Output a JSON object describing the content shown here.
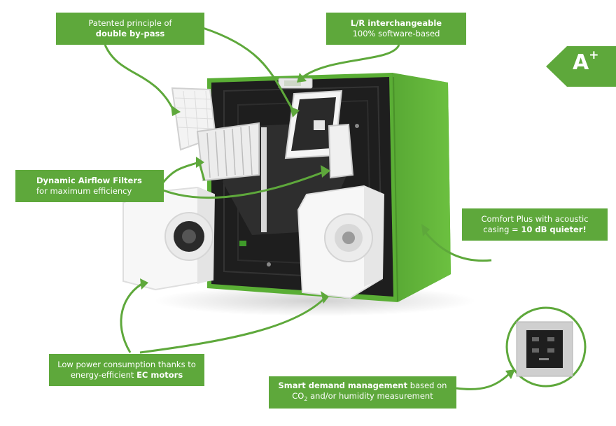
{
  "callouts": {
    "bypass": {
      "line1": "Patented principle of",
      "line2": "double by-pass"
    },
    "interchangeable": {
      "line1": "L/R interchangeable",
      "line2": "100% software-based"
    },
    "filters": {
      "line1": "Dynamic Airflow Filters",
      "line2": "for maximum efficiency"
    },
    "comfort": {
      "line1": "Comfort Plus with acoustic",
      "line2a": "casing = ",
      "line2b": "10 dB quieter!"
    },
    "power": {
      "line1": "Low power consumption thanks to",
      "line2a": "energy-efficient ",
      "line2b": "EC motors"
    },
    "smart": {
      "line1a": "Smart demand management",
      "line1b": " based on",
      "line2a": "CO",
      "line2sub": "2",
      "line2b": " and/or humidity measurement"
    }
  },
  "energy_badge": {
    "grade": "A",
    "sup": "+"
  },
  "colors": {
    "accent": "#5ea83b",
    "casing": "#63b53b",
    "panel": "#1e1e1e"
  },
  "icons": [
    "ventilation-unit",
    "filter",
    "fan-module",
    "bypass-flap",
    "control-panel"
  ]
}
